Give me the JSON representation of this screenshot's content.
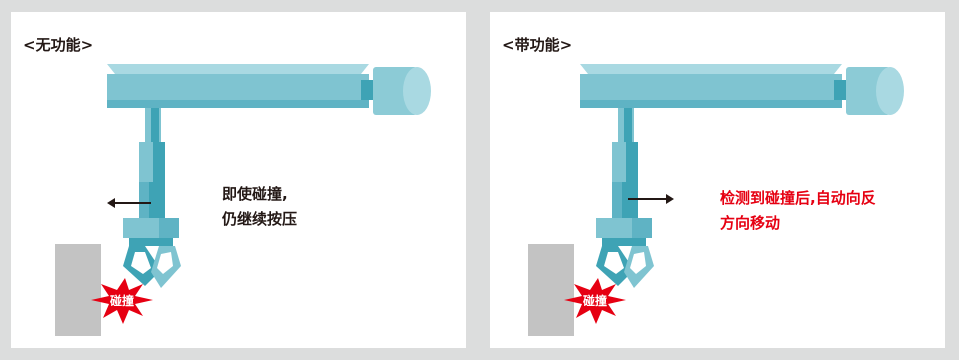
{
  "panels": [
    {
      "title": "<无功能>",
      "caption_lines": [
        "即使碰撞,",
        "仍继续按压"
      ],
      "caption_color": "#231815",
      "burst_label": "碰撞",
      "arrow_direction": "left"
    },
    {
      "title": "<带功能>",
      "caption_lines": [
        "检测到碰撞后,自动向反",
        "方向移动"
      ],
      "caption_color": "#e60012",
      "burst_label": "碰撞",
      "arrow_direction": "right"
    }
  ],
  "colors": {
    "arm_dark": "#3ea3b5",
    "arm_light": "#7fc4d1",
    "motor": "#8ccbd6",
    "obstacle": "#c3c3c3",
    "burst": "#e60012",
    "background": "#dcdddd"
  }
}
